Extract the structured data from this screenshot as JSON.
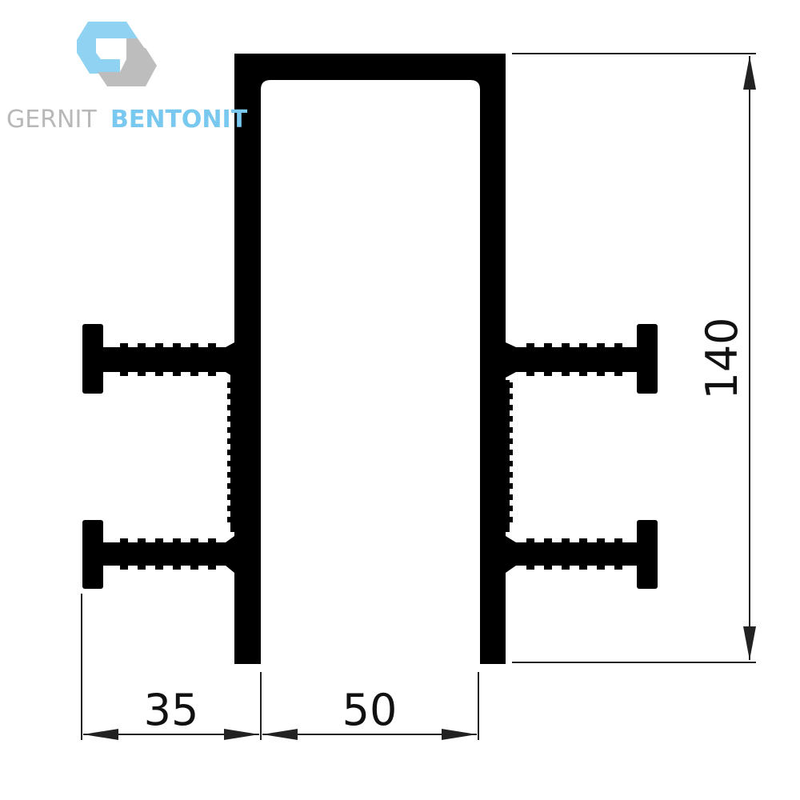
{
  "logo": {
    "word_1": "GERNIT",
    "word_2": "BENTONIT",
    "word_1_color": "#b8b8b8",
    "word_2_color": "#79c8f0",
    "mark_colors": [
      "#8fd2f2",
      "#bdbdbd"
    ],
    "mark_icon": "hexagon-s-logo-mark"
  },
  "drawing": {
    "profile_color": "#000000",
    "line_color": "#222222",
    "dimensions": {
      "height": "140",
      "flange": "35",
      "channel_width": "50"
    }
  }
}
